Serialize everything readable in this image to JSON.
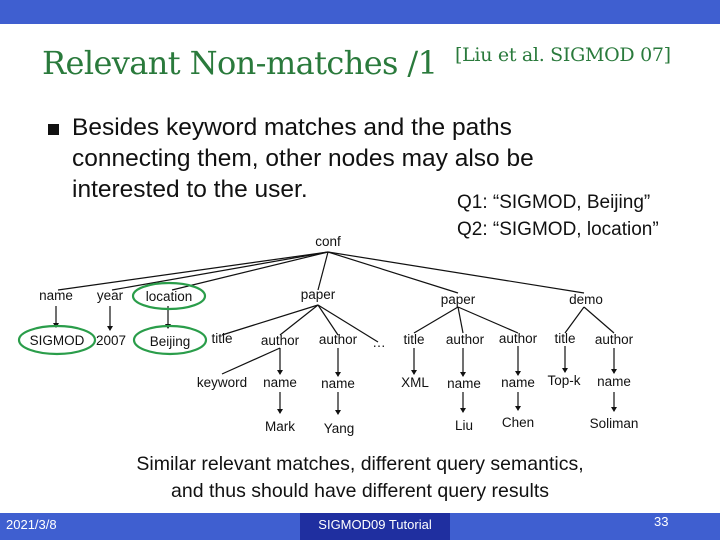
{
  "slide": {
    "title": "Relevant Non-matches /1",
    "title_ref": "[Liu et al. SIGMOD 07]",
    "bullet": "Besides keyword matches and the paths connecting them, other nodes may also be interested to the user.",
    "queries": [
      "Q1: “SIGMOD, Beijing”",
      "Q2: “SIGMOD, location”"
    ],
    "caption_lines": [
      "Similar relevant matches, different query semantics,",
      "and thus should have different query results"
    ]
  },
  "tree": {
    "root": "conf",
    "name": "name",
    "year": "year",
    "location": "location",
    "paper1": "paper",
    "paper2": "paper",
    "demo": "demo",
    "sigmod": "SIGMOD",
    "y2007": "2007",
    "beijing": "Beijing",
    "p1_title": "title",
    "p1_author1": "author",
    "p1_author2": "author",
    "ellipsis": "…",
    "p2_title": "title",
    "p2_author1": "author",
    "p2_author2": "author",
    "d_title": "title",
    "d_author": "author",
    "keyword": "keyword",
    "p1_a1_name": "name",
    "p1_a2_name": "name",
    "xml": "XML",
    "p2_a1_name": "name",
    "p2_a2_name": "name",
    "topk": "Top-k",
    "d_a_name": "name",
    "mark": "Mark",
    "yang": "Yang",
    "liu": "Liu",
    "chen": "Chen",
    "soliman": "Soliman"
  },
  "footer": {
    "date": "2021/3/8",
    "conference": "SIGMOD09 Tutorial",
    "page": "33"
  },
  "colors": {
    "title": "#2a7a3c",
    "highlight_ring": "#2a9d4a",
    "bar": "#3f5fd0",
    "bar_center": "#1f2fa0"
  }
}
